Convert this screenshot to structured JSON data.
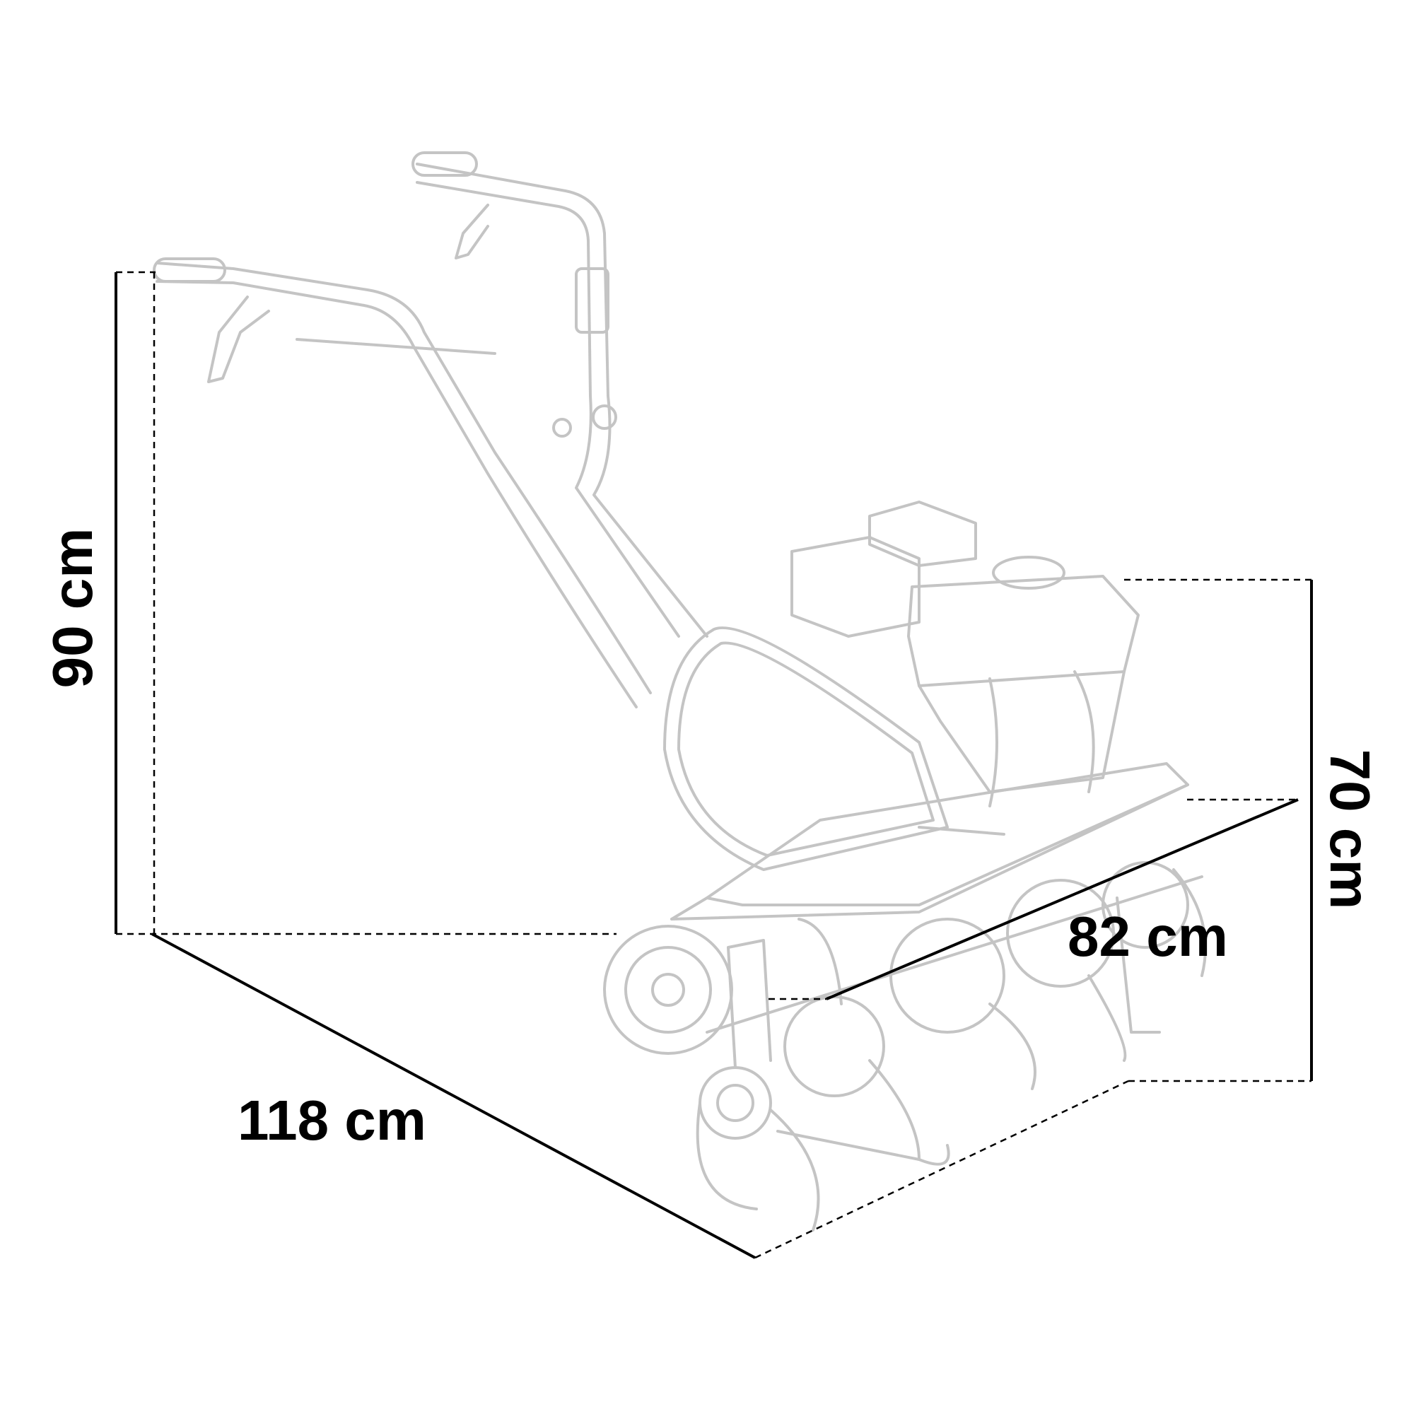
{
  "dimensions": {
    "height": "90 cm",
    "length": "118 cm",
    "width": "82 cm",
    "tiller_height": "70 cm"
  },
  "colors": {
    "lines": "#000000",
    "product": "#c4c4c4"
  }
}
